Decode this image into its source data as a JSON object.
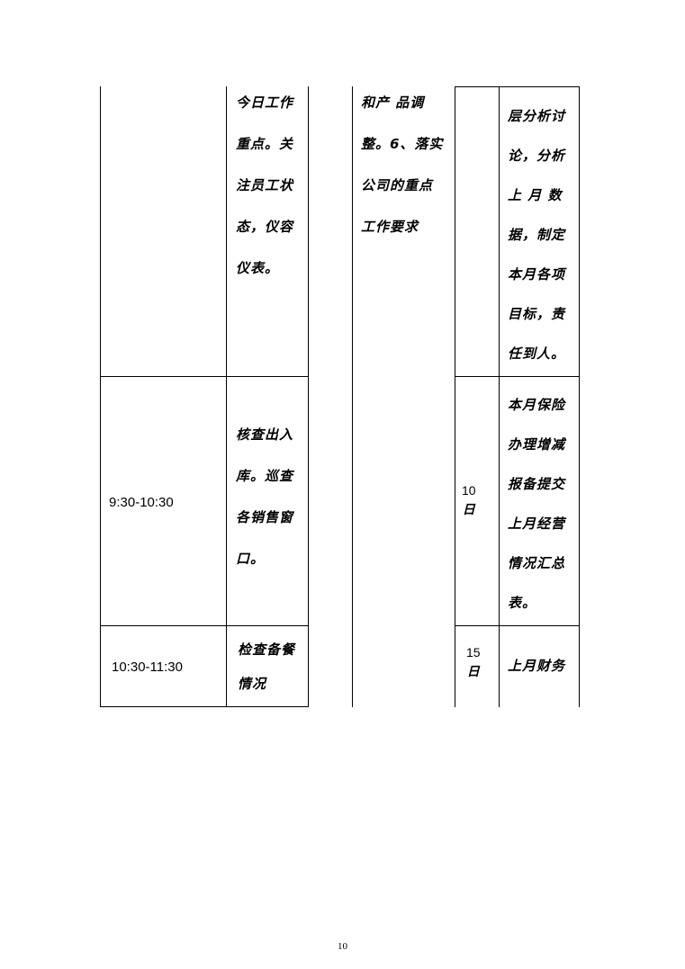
{
  "left_table": {
    "rows": [
      {
        "time": "",
        "task_lines": [
          "今日工作",
          "重点。关",
          "注员工状",
          "态，仪容",
          "仪表。"
        ]
      },
      {
        "time": "9:30-10:30",
        "task_lines": [
          "核查出入",
          "库。巡查",
          "各销售窗",
          "口。"
        ]
      },
      {
        "time": "10:30-11:30",
        "task_lines": [
          "检查备餐",
          "情况"
        ]
      }
    ]
  },
  "middle_column": {
    "lines": [
      "和产 品调",
      "整。6、落实",
      "公司的重点",
      "工作要求"
    ]
  },
  "right_table": {
    "rows": [
      {
        "day_num": "",
        "day_unit": "",
        "task_lines": [
          "层分析讨",
          "论，分析",
          "上 月 数",
          "据，制定",
          "本月各项",
          "目标，责",
          "任到人。"
        ]
      },
      {
        "day_num": "10",
        "day_unit": "日",
        "task_lines": [
          "本月保险",
          "办理增减",
          "报备提交",
          "上月经营",
          "情况汇总",
          "表。"
        ]
      },
      {
        "day_num": "15",
        "day_unit": "日",
        "task_lines": [
          "上月财务"
        ]
      }
    ]
  },
  "footer": {
    "page_number": "10"
  }
}
